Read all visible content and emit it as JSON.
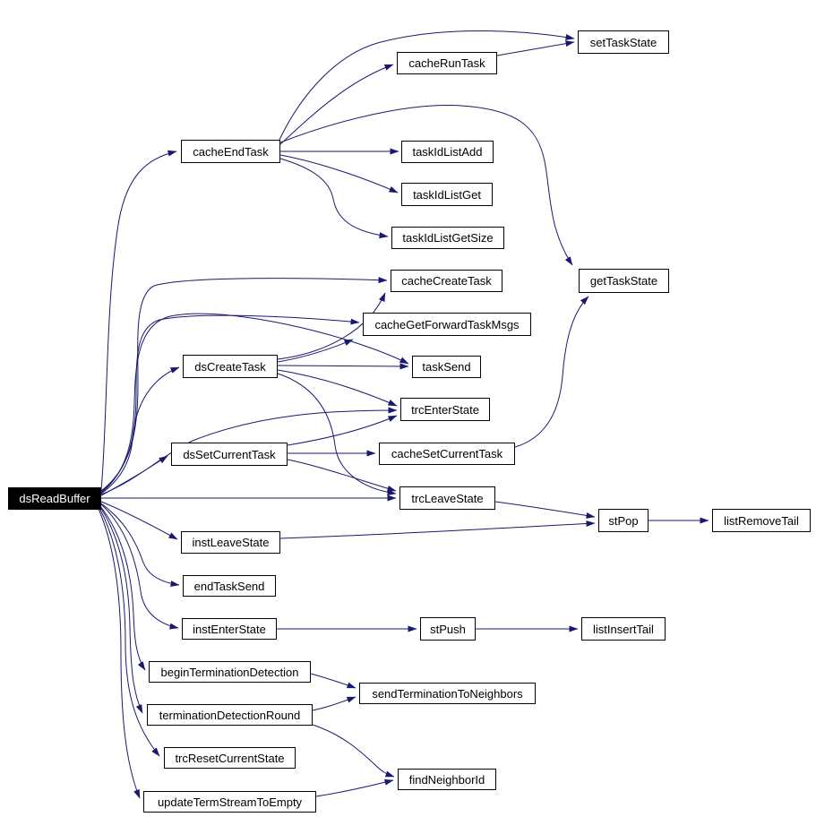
{
  "diagram": {
    "type": "function-call-graph",
    "root": "dsReadBuffer",
    "colors": {
      "edge": "#191970",
      "node_border": "#000000",
      "node_background": "#ffffff",
      "node_text": "#000000",
      "root_background": "#000000",
      "root_text": "#ffffff",
      "page_background": "#ffffff"
    },
    "nodes": {
      "dsReadBuffer": {
        "label": "dsReadBuffer"
      },
      "cacheEndTask": {
        "label": "cacheEndTask"
      },
      "cacheRunTask": {
        "label": "cacheRunTask"
      },
      "setTaskState": {
        "label": "setTaskState"
      },
      "taskIdListAdd": {
        "label": "taskIdListAdd"
      },
      "taskIdListGet": {
        "label": "taskIdListGet"
      },
      "taskIdListGetSize": {
        "label": "taskIdListGetSize"
      },
      "cacheCreateTask": {
        "label": "cacheCreateTask"
      },
      "cacheGetForwardTaskMsgs": {
        "label": "cacheGetForwardTaskMsgs"
      },
      "getTaskState": {
        "label": "getTaskState"
      },
      "dsCreateTask": {
        "label": "dsCreateTask"
      },
      "taskSend": {
        "label": "taskSend"
      },
      "trcEnterState": {
        "label": "trcEnterState"
      },
      "dsSetCurrentTask": {
        "label": "dsSetCurrentTask"
      },
      "cacheSetCurrentTask": {
        "label": "cacheSetCurrentTask"
      },
      "trcLeaveState": {
        "label": "trcLeaveState"
      },
      "stPop": {
        "label": "stPop"
      },
      "listRemoveTail": {
        "label": "listRemoveTail"
      },
      "instLeaveState": {
        "label": "instLeaveState"
      },
      "endTaskSend": {
        "label": "endTaskSend"
      },
      "instEnterState": {
        "label": "instEnterState"
      },
      "stPush": {
        "label": "stPush"
      },
      "listInsertTail": {
        "label": "listInsertTail"
      },
      "beginTerminationDetection": {
        "label": "beginTerminationDetection"
      },
      "sendTerminationToNeighbors": {
        "label": "sendTerminationToNeighbors"
      },
      "terminationDetectionRound": {
        "label": "terminationDetectionRound"
      },
      "trcResetCurrentState": {
        "label": "trcResetCurrentState"
      },
      "findNeighborId": {
        "label": "findNeighborId"
      },
      "updateTermStreamToEmpty": {
        "label": "updateTermStreamToEmpty"
      }
    },
    "edges": [
      {
        "from": "dsReadBuffer",
        "to": "cacheEndTask"
      },
      {
        "from": "dsReadBuffer",
        "to": "cacheCreateTask"
      },
      {
        "from": "dsReadBuffer",
        "to": "cacheGetForwardTaskMsgs"
      },
      {
        "from": "dsReadBuffer",
        "to": "taskSend"
      },
      {
        "from": "dsReadBuffer",
        "to": "dsCreateTask"
      },
      {
        "from": "dsReadBuffer",
        "to": "trcEnterState"
      },
      {
        "from": "dsReadBuffer",
        "to": "dsSetCurrentTask"
      },
      {
        "from": "dsReadBuffer",
        "to": "trcLeaveState"
      },
      {
        "from": "dsReadBuffer",
        "to": "instLeaveState"
      },
      {
        "from": "dsReadBuffer",
        "to": "endTaskSend"
      },
      {
        "from": "dsReadBuffer",
        "to": "instEnterState"
      },
      {
        "from": "dsReadBuffer",
        "to": "beginTerminationDetection"
      },
      {
        "from": "dsReadBuffer",
        "to": "terminationDetectionRound"
      },
      {
        "from": "dsReadBuffer",
        "to": "trcResetCurrentState"
      },
      {
        "from": "dsReadBuffer",
        "to": "updateTermStreamToEmpty"
      },
      {
        "from": "cacheEndTask",
        "to": "setTaskState"
      },
      {
        "from": "cacheEndTask",
        "to": "cacheRunTask"
      },
      {
        "from": "cacheRunTask",
        "to": "setTaskState"
      },
      {
        "from": "cacheEndTask",
        "to": "getTaskState"
      },
      {
        "from": "cacheEndTask",
        "to": "taskIdListAdd"
      },
      {
        "from": "cacheEndTask",
        "to": "taskIdListGet"
      },
      {
        "from": "cacheEndTask",
        "to": "taskIdListGetSize"
      },
      {
        "from": "dsCreateTask",
        "to": "cacheCreateTask"
      },
      {
        "from": "dsCreateTask",
        "to": "cacheGetForwardTaskMsgs"
      },
      {
        "from": "dsCreateTask",
        "to": "taskSend"
      },
      {
        "from": "dsCreateTask",
        "to": "trcEnterState"
      },
      {
        "from": "dsCreateTask",
        "to": "trcLeaveState"
      },
      {
        "from": "dsSetCurrentTask",
        "to": "trcEnterState"
      },
      {
        "from": "dsSetCurrentTask",
        "to": "cacheSetCurrentTask"
      },
      {
        "from": "dsSetCurrentTask",
        "to": "trcLeaveState"
      },
      {
        "from": "cacheSetCurrentTask",
        "to": "getTaskState"
      },
      {
        "from": "trcLeaveState",
        "to": "stPop"
      },
      {
        "from": "instLeaveState",
        "to": "stPop"
      },
      {
        "from": "stPop",
        "to": "listRemoveTail"
      },
      {
        "from": "instEnterState",
        "to": "stPush"
      },
      {
        "from": "stPush",
        "to": "listInsertTail"
      },
      {
        "from": "beginTerminationDetection",
        "to": "sendTerminationToNeighbors"
      },
      {
        "from": "terminationDetectionRound",
        "to": "sendTerminationToNeighbors"
      },
      {
        "from": "terminationDetectionRound",
        "to": "findNeighborId"
      },
      {
        "from": "updateTermStreamToEmpty",
        "to": "findNeighborId"
      }
    ]
  }
}
